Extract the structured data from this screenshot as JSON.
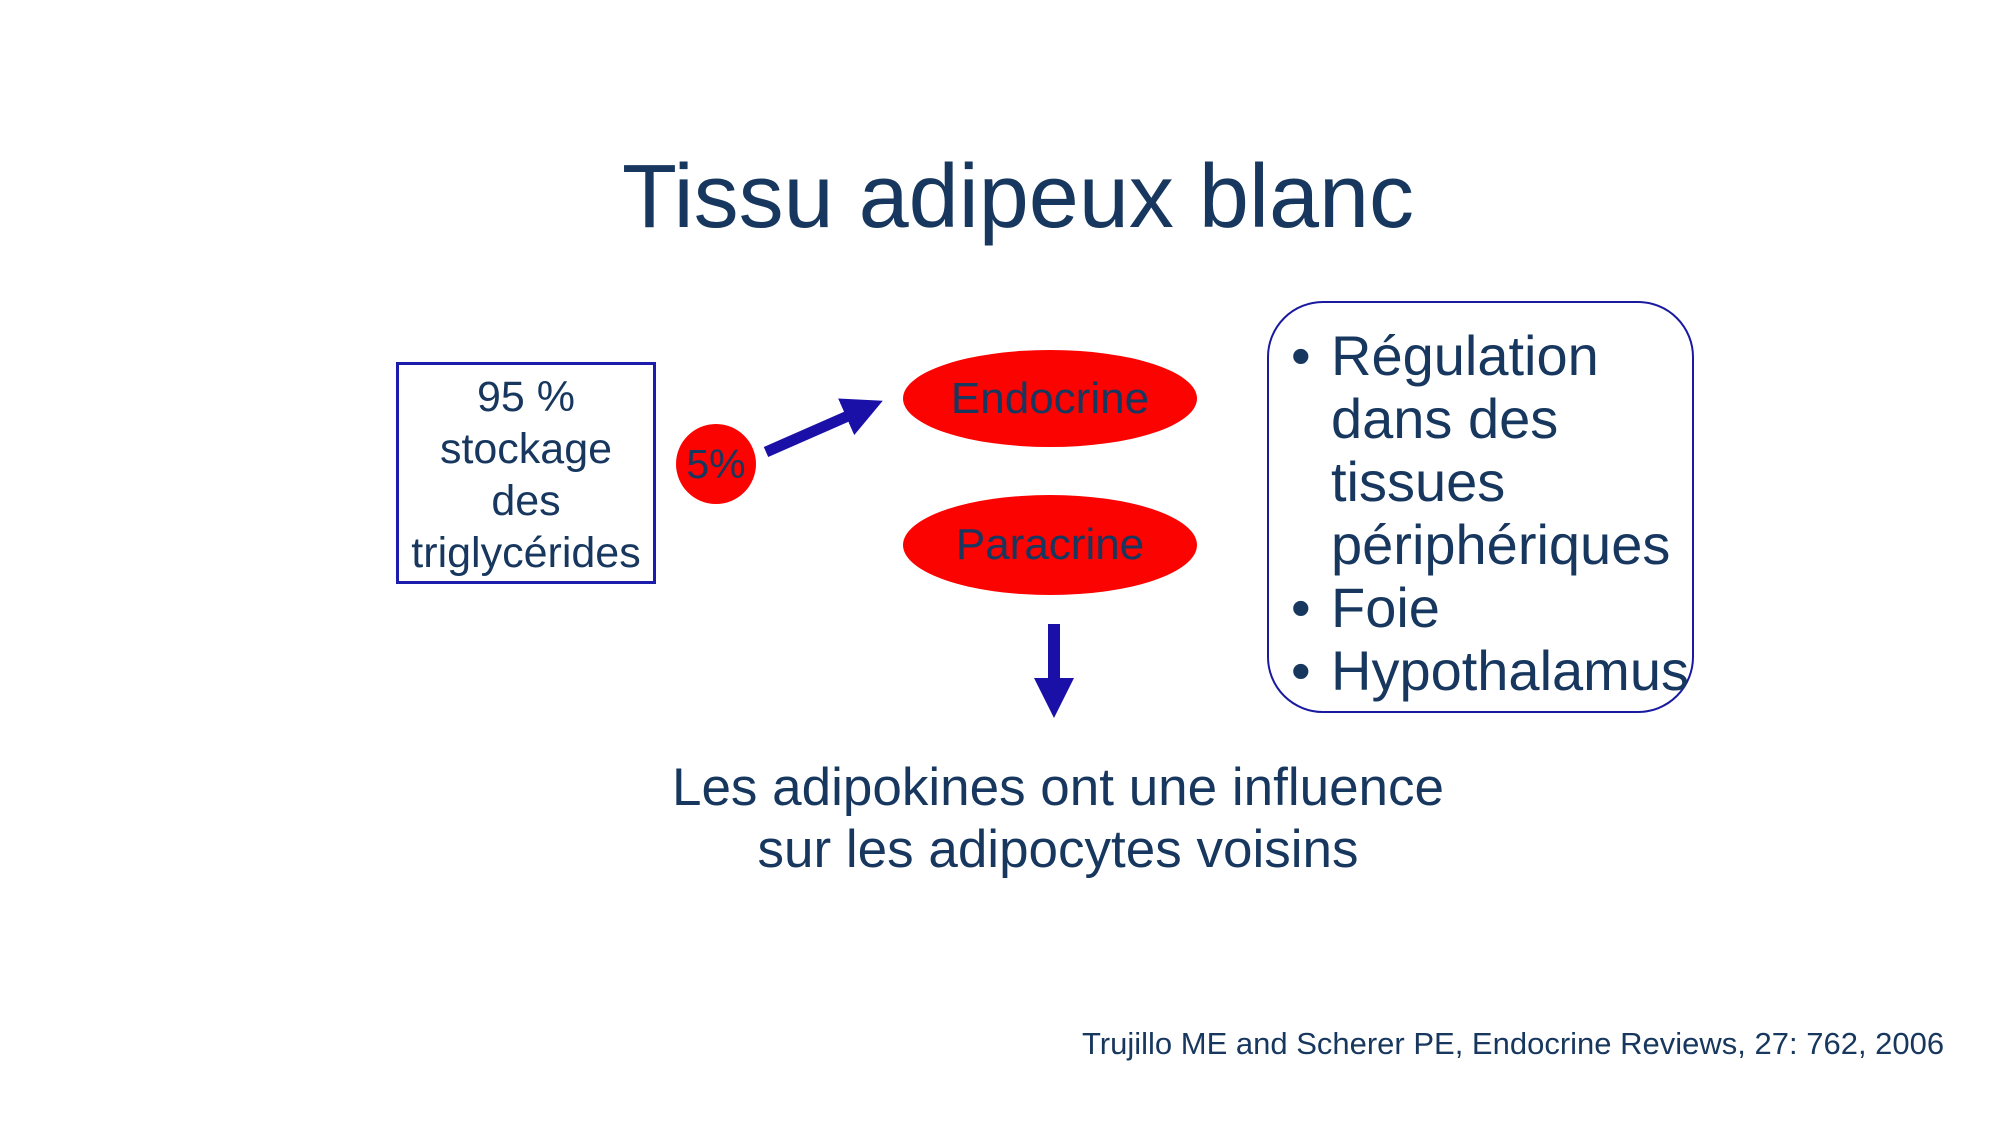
{
  "slide": {
    "title": "Tissu adipeux blanc",
    "storage_box": {
      "lines": [
        "95 %",
        "stockage",
        "des",
        "triglycérides"
      ]
    },
    "five_percent": {
      "label": "5%"
    },
    "endocrine": {
      "label": "Endocrine"
    },
    "paracrine": {
      "label": "Paracrine"
    },
    "regulation_panel": {
      "bullet_char": "•",
      "items": [
        "Régulation dans des tissues périphériques",
        "Foie",
        "Hypothalamus"
      ]
    },
    "caption": {
      "lines": [
        "Les adipokines ont une influence",
        "sur les adipocytes voisins"
      ]
    },
    "citation": "Trujillo ME and Scherer PE, Endocrine Reviews, 27: 762, 2006",
    "colors": {
      "text_navy": "#17375E",
      "shape_red": "#FB0300",
      "arrow_blue": "#1A10A8",
      "border_blue": "#1D1DAD"
    }
  }
}
